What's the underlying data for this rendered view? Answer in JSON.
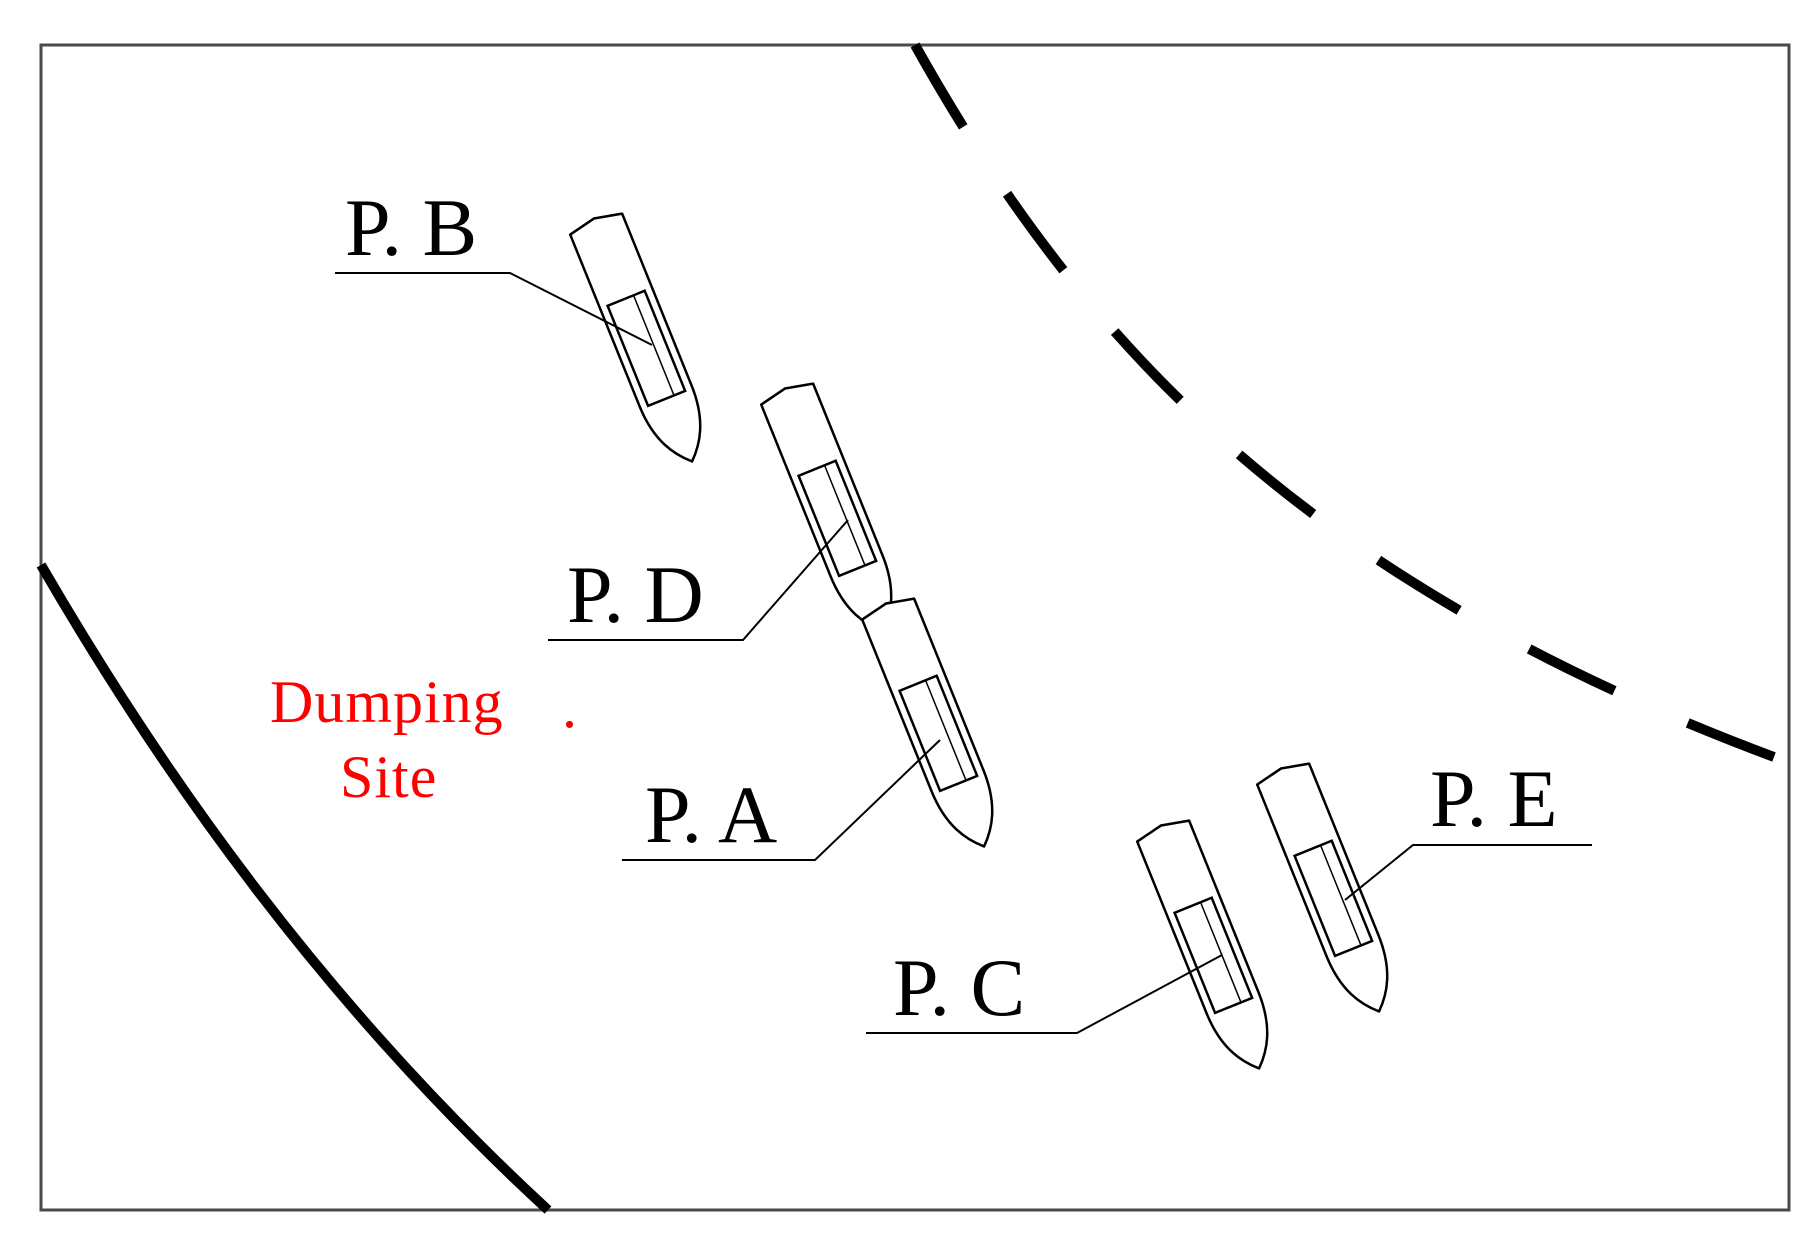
{
  "site": {
    "line1": "Dumping",
    "line2": "Site",
    "dot": ".",
    "color": "#ff0000"
  },
  "ships": [
    {
      "id": "A",
      "label": "P. A"
    },
    {
      "id": "B",
      "label": "P. B"
    },
    {
      "id": "C",
      "label": "P. C"
    },
    {
      "id": "D",
      "label": "P. D"
    },
    {
      "id": "E",
      "label": "P. E"
    }
  ],
  "colors": {
    "line": "#000000",
    "frame": "#4a4a4a",
    "background": "#ffffff"
  }
}
